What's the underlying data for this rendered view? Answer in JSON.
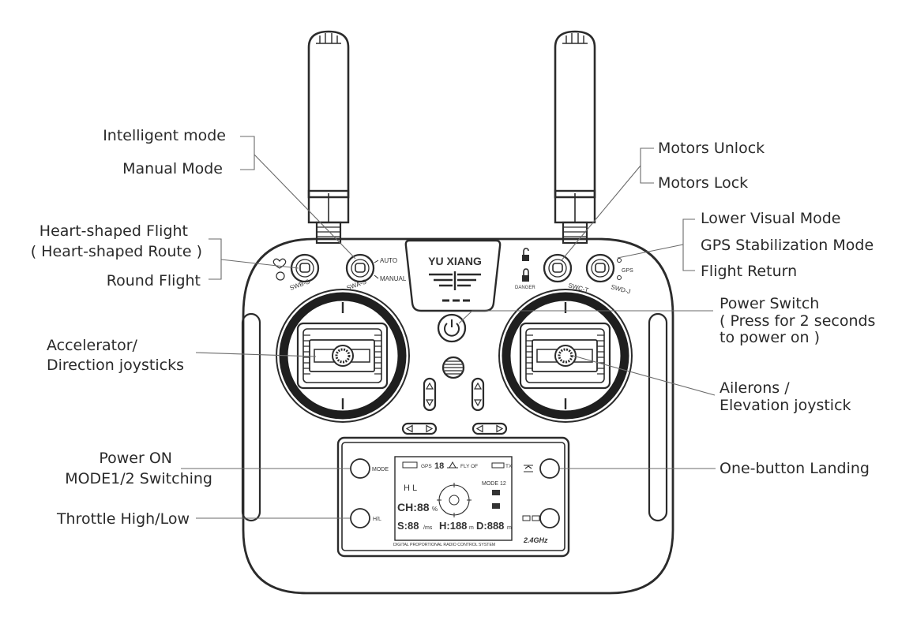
{
  "brand": "YU XIANG",
  "labels": {
    "intelligent_mode": "Intelligent mode",
    "manual_mode": "Manual Mode",
    "heart_flight": "Heart-shaped Flight",
    "heart_route": "( Heart-shaped Route )",
    "round_flight": "Round Flight",
    "accelerator_1": "Accelerator/",
    "accelerator_2": "Direction joysticks",
    "power_on": "Power ON",
    "mode_switching": "MODE1/2 Switching",
    "throttle": "Throttle High/Low",
    "motors_unlock": "Motors Unlock",
    "motors_lock": "Motors Lock",
    "lower_visual": "Lower Visual Mode",
    "gps_stab": "GPS Stabilization Mode",
    "flight_return": "Flight Return",
    "power_switch": "Power Switch",
    "power_hint_1": "( Press for 2 seconds",
    "power_hint_2": "to power on )",
    "ailerons_1": "Ailerons /",
    "ailerons_2": "Elevation joystick",
    "one_button_landing": "One-button Landing"
  },
  "switches": {
    "swb_label": "SWB-S",
    "swa_label": "SWA-S",
    "auto": "AUTO",
    "manual": "MANUAL",
    "danger": "DANGER",
    "swc_label": "SWC-T",
    "swd_label": "SWD-J",
    "gps": "GPS"
  },
  "buttons": {
    "mode": "MODE",
    "hl": "H/L"
  },
  "lcd": {
    "gps": "GPS",
    "gps_count": "18",
    "fly_status": "FLY OF",
    "tx": "TX",
    "hl_letters": "H   L",
    "mode": "MODE 12",
    "ch": "CH:",
    "ch_value": "88",
    "ch_unit": "%",
    "s": "S:88",
    "s_unit": "/ms",
    "h": "H:188",
    "h_unit": "m",
    "d": "D:888",
    "d_unit": "m",
    "footer": "DIGITAL PROPORTIONAL RADIO CONTROL SYSTEM",
    "freq": "2.4GHz"
  }
}
